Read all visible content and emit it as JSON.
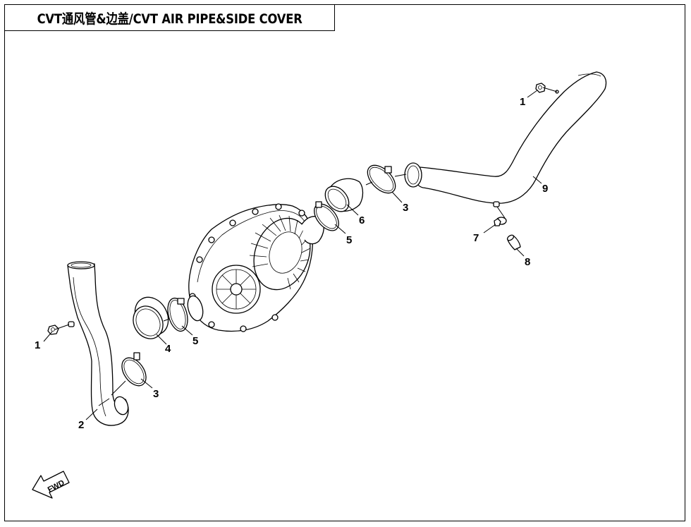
{
  "title": "CVT通风管&边盖/CVT AIR PIPE&SIDE COVER",
  "callouts": {
    "c1a": "1",
    "c1b": "1",
    "c2": "2",
    "c3a": "3",
    "c3b": "3",
    "c4": "4",
    "c5a": "5",
    "c5b": "5",
    "c6": "6",
    "c7": "7",
    "c8": "8",
    "c9": "9"
  },
  "fwd_label": "FWD"
}
